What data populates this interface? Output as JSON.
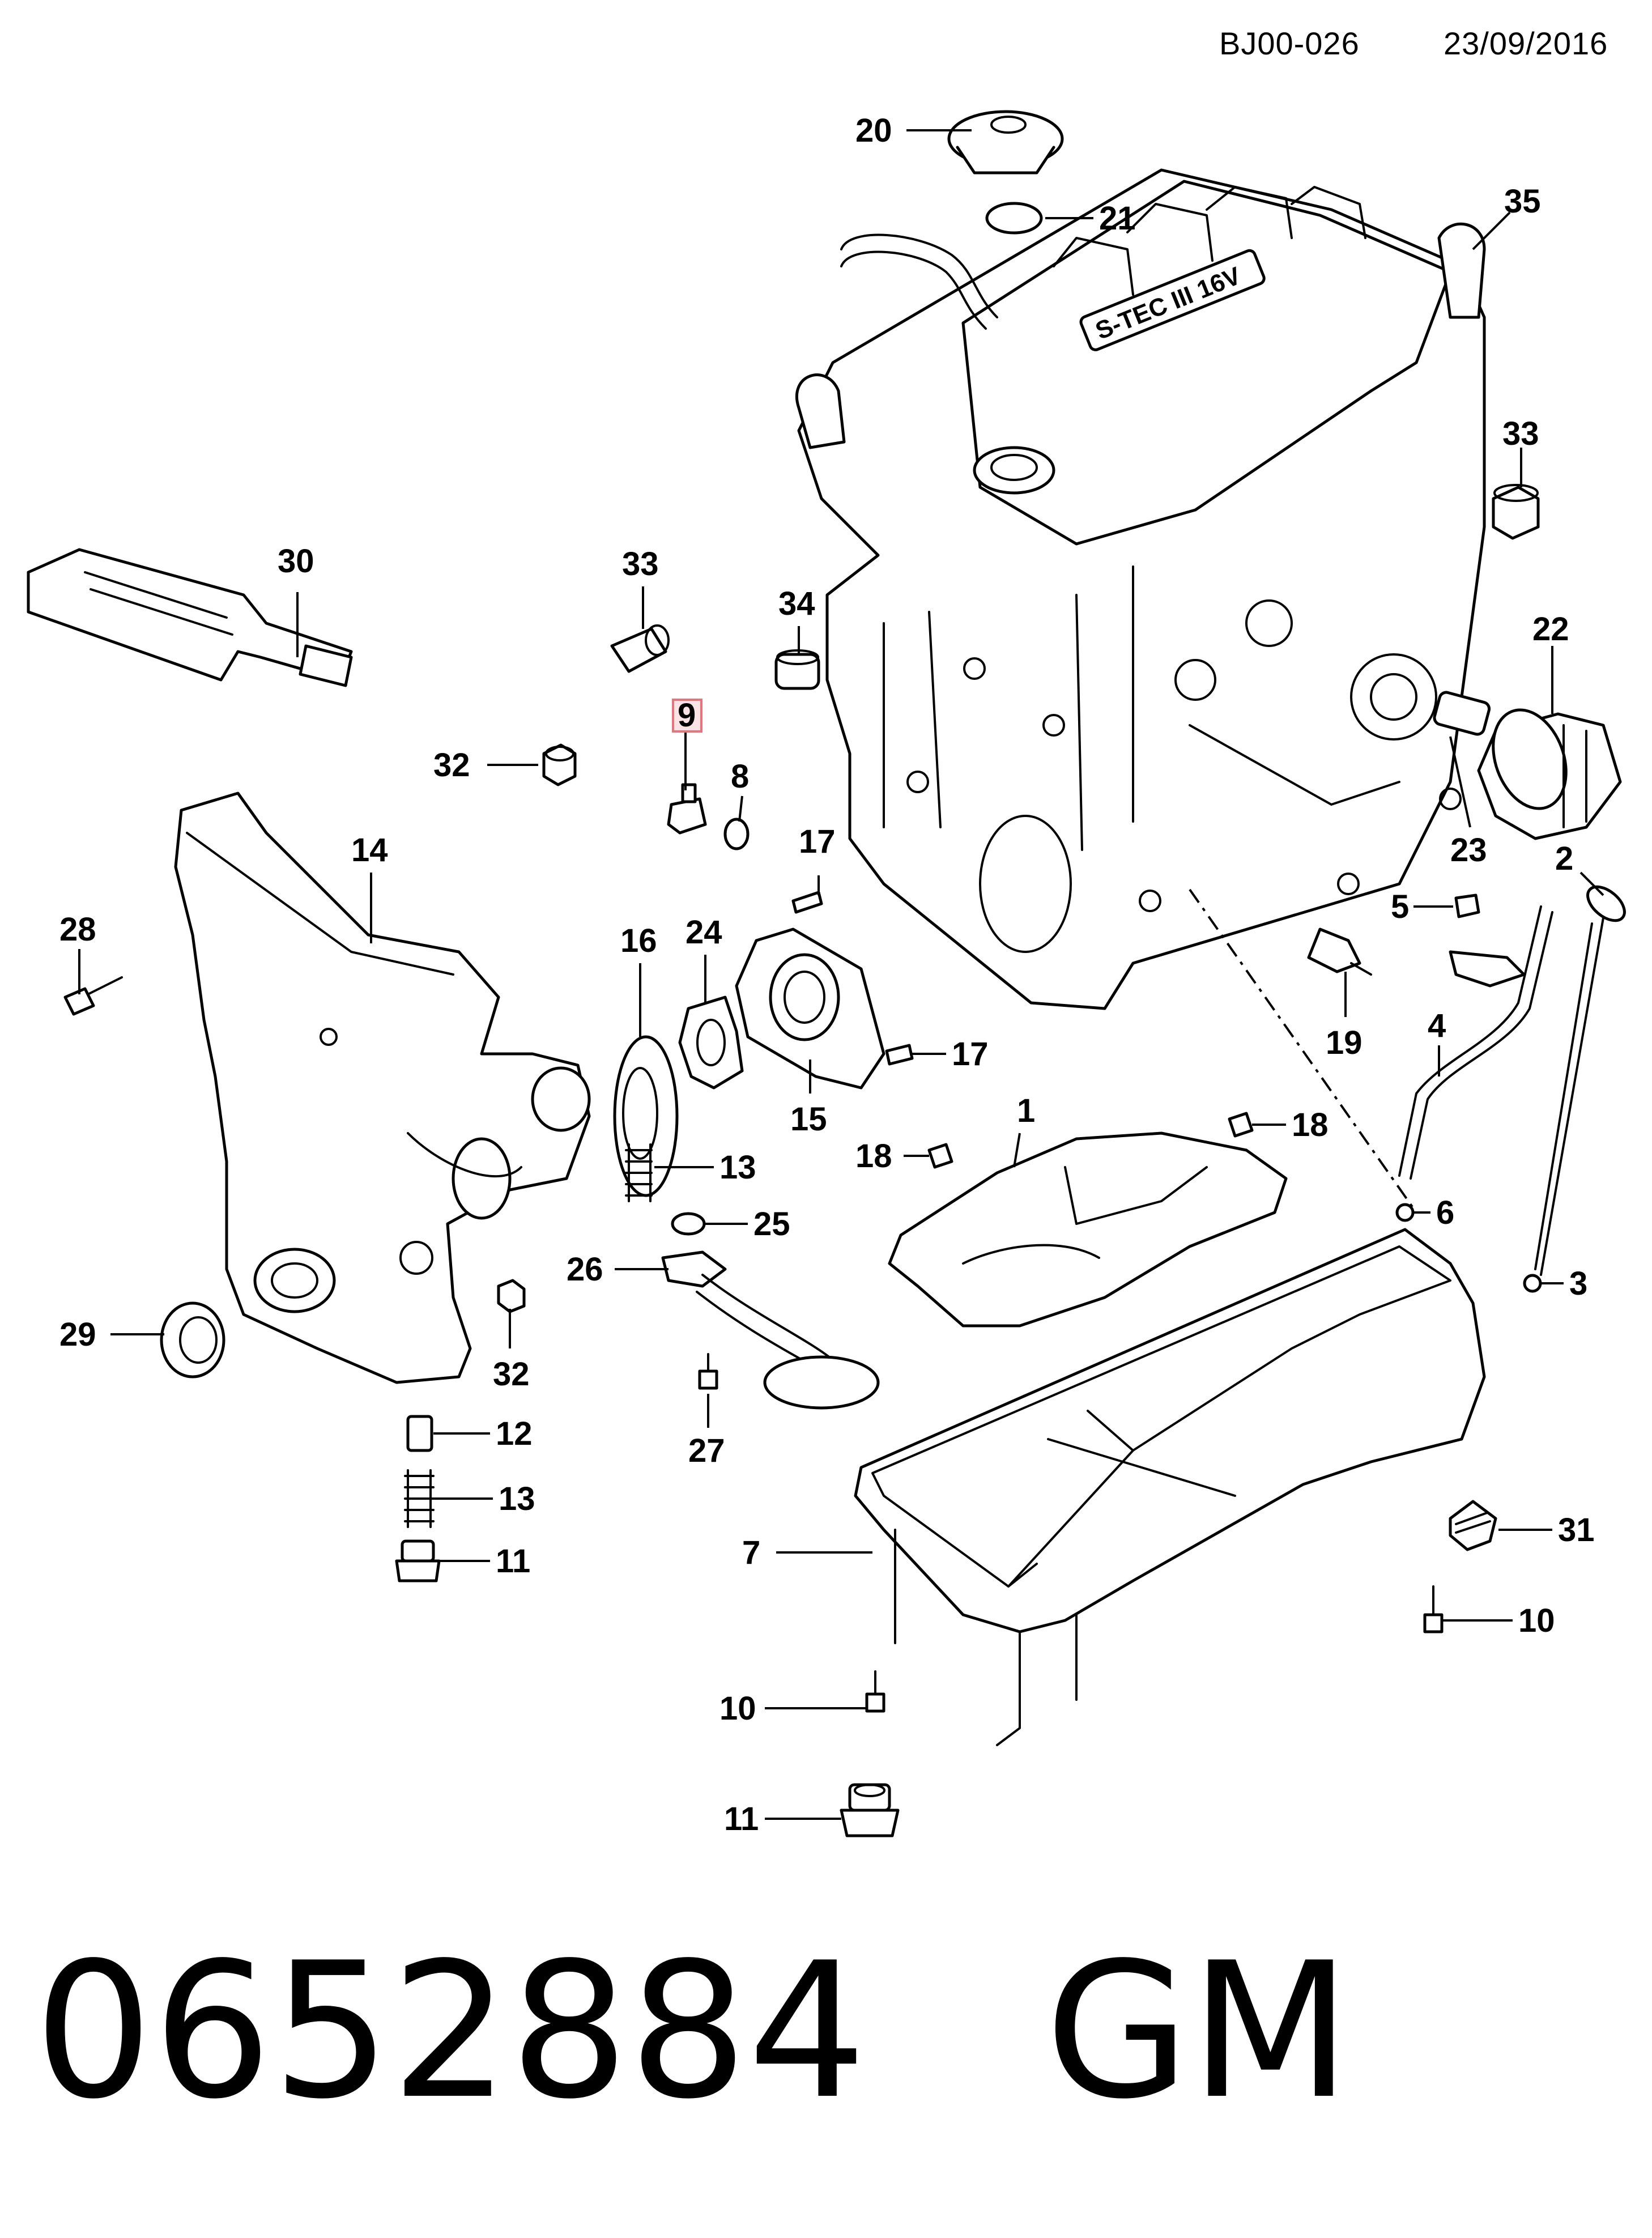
{
  "header": {
    "code": "BJ00-026",
    "date": "23/09/2016"
  },
  "engine_marking": "S-TEC III  16V",
  "highlighted_callout": "9",
  "callouts": [
    {
      "id": "c20",
      "label": "20"
    },
    {
      "id": "c21",
      "label": "21"
    },
    {
      "id": "c35",
      "label": "35"
    },
    {
      "id": "c33a",
      "label": "33"
    },
    {
      "id": "c30",
      "label": "30"
    },
    {
      "id": "c33b",
      "label": "33"
    },
    {
      "id": "c34",
      "label": "34"
    },
    {
      "id": "c22",
      "label": "22"
    },
    {
      "id": "c9",
      "label": "9"
    },
    {
      "id": "c8",
      "label": "8"
    },
    {
      "id": "c32a",
      "label": "32"
    },
    {
      "id": "c23",
      "label": "23"
    },
    {
      "id": "c17a",
      "label": "17"
    },
    {
      "id": "c2",
      "label": "2"
    },
    {
      "id": "c14",
      "label": "14"
    },
    {
      "id": "c28",
      "label": "28"
    },
    {
      "id": "c16",
      "label": "16"
    },
    {
      "id": "c24",
      "label": "24"
    },
    {
      "id": "c5",
      "label": "5"
    },
    {
      "id": "c19",
      "label": "19"
    },
    {
      "id": "c4",
      "label": "4"
    },
    {
      "id": "c17b",
      "label": "17"
    },
    {
      "id": "c15",
      "label": "15"
    },
    {
      "id": "c1",
      "label": "1"
    },
    {
      "id": "c18a",
      "label": "18"
    },
    {
      "id": "c18b",
      "label": "18"
    },
    {
      "id": "c13a",
      "label": "13"
    },
    {
      "id": "c25",
      "label": "25"
    },
    {
      "id": "c6",
      "label": "6"
    },
    {
      "id": "c26",
      "label": "26"
    },
    {
      "id": "c3",
      "label": "3"
    },
    {
      "id": "c29",
      "label": "29"
    },
    {
      "id": "c32b",
      "label": "32"
    },
    {
      "id": "c27",
      "label": "27"
    },
    {
      "id": "c12",
      "label": "12"
    },
    {
      "id": "c13b",
      "label": "13"
    },
    {
      "id": "c31",
      "label": "31"
    },
    {
      "id": "c11a",
      "label": "11"
    },
    {
      "id": "c7",
      "label": "7"
    },
    {
      "id": "c10a",
      "label": "10"
    },
    {
      "id": "c10b",
      "label": "10"
    },
    {
      "id": "c11b",
      "label": "11"
    }
  ],
  "footer": {
    "part_number": "0652884",
    "brand": "GM"
  },
  "colors": {
    "ink": "#000000",
    "highlight": "#e8737a",
    "highlight_fill": "#fbe3e5",
    "paper": "#ffffff"
  }
}
